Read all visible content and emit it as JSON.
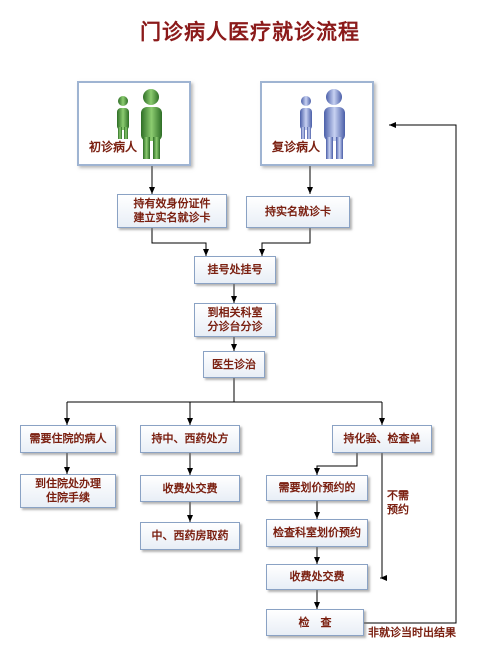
{
  "title": "门诊病人医疗就诊流程",
  "patients": {
    "first": {
      "label": "初诊病人",
      "color": "#4a9a3a"
    },
    "return": {
      "label": "复诊病人",
      "color": "#6f86c8"
    }
  },
  "steps": {
    "id_card": "持有效身份证件\n建立实名就诊卡",
    "real_card": "持实名就诊卡",
    "register": "挂号处挂号",
    "department": "到相关科室\n分诊台分诊",
    "doctor": "医生诊治",
    "inpatient": "需要住院的病人",
    "inpatient_office": "到住院处办理\n住院手续",
    "prescription": "持中、西药处方",
    "pay_drug": "收费处交费",
    "pharmacy": "中、西药房取药",
    "lab": "持化验、检查单",
    "need_booking": "需要划价预约的",
    "booking": "检查科室划价预约",
    "pay_exam": "收费处交费",
    "exam": "检　查"
  },
  "notes": {
    "no_booking": "不需\n预约",
    "result": "非就诊当时出结果"
  },
  "colors": {
    "line": "#000000",
    "text": "#7a1f10",
    "title": "#8b1a1a"
  }
}
